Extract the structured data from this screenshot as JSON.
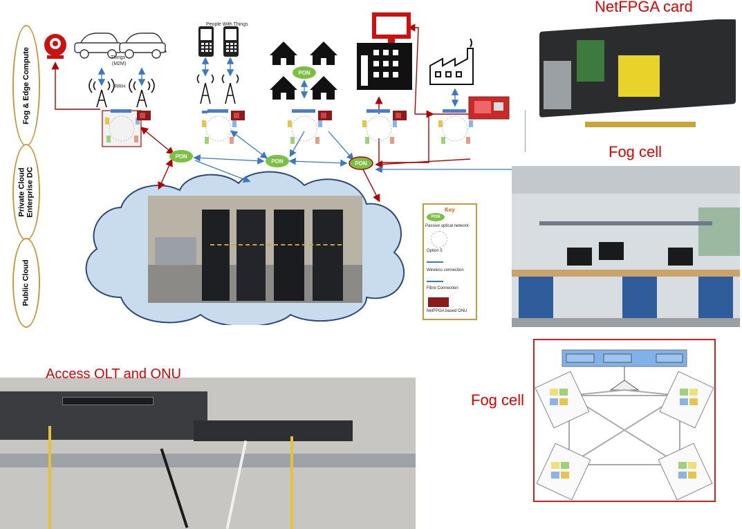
{
  "side_labels": {
    "fog": "Fog & Edge Compute",
    "private_line1": "Private Cloud",
    "private_line2": "Enterprise DC",
    "public": "Public Cloud"
  },
  "top": {
    "things": "Things",
    "m2m": "(M2M)",
    "rrh": "RRH",
    "people": "People With Things"
  },
  "pon_label": "PON",
  "key": {
    "title": "Key",
    "badge": "PON",
    "items": [
      "Passive optical network",
      "Option 5",
      "Wireless connection",
      "Fibre Connection",
      "NetFPGA based ONU"
    ]
  },
  "titles": {
    "netfpga": "NetFPGA card",
    "fog_cell_photo": "Fog cell",
    "access": "Access OLT and ONU",
    "fog_cell_diagram": "Fog cell"
  },
  "colors": {
    "fibre": "#b00000",
    "wireless": "#3a78c2",
    "pon_fill": "#7ac142",
    "cloud_fill": "#c8dced",
    "cloud_stroke": "#2b4a78",
    "label_border": "#c69a3a"
  }
}
